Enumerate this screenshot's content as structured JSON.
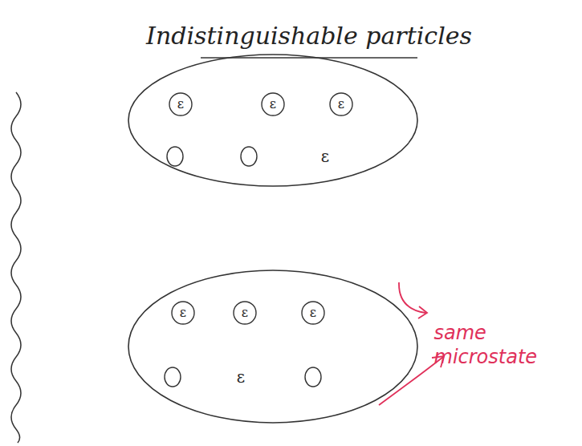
{
  "diagram": {
    "title": "Indistinguishable particles",
    "labels": [
      "ε",
      "ε",
      "ε",
      "ε",
      "ε",
      "ε",
      "ε",
      "ε",
      "same microstate"
    ]
  }
}
